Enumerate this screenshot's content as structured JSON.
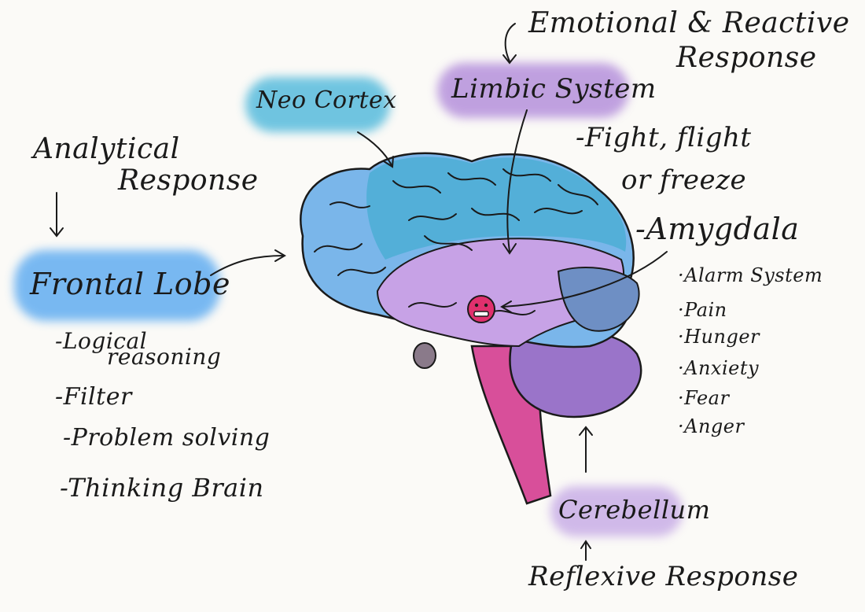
{
  "colors": {
    "frontal_blob": "#4da3f0",
    "neo_blob": "#41b3d9",
    "limbic_blob": "#a77bd6",
    "cerebellum_blob": "#b48fe0",
    "brain_blue": "#7ab6ea",
    "brain_teal": "#4faed6",
    "brain_purple": "#c7a2e6",
    "stem_pink": "#d84f9a",
    "amygdala_red": "#e0306d"
  },
  "labels": {
    "emotional_line1": "Emotional & Reactive",
    "emotional_line2": "Response",
    "limbic_system": "Limbic System",
    "neo_cortex": "Neo Cortex",
    "analytical_line1": "Analytical",
    "analytical_line2": "Response",
    "frontal_lobe": "Frontal Lobe",
    "fight_line1": "-Fight, flight",
    "fight_line2": "or freeze",
    "amygdala": "-Amygdala",
    "cerebellum": "Cerebellum",
    "reflexive": "Reflexive Response"
  },
  "frontal_items": [
    "-Logical",
    "reasoning",
    "-Filter",
    "-Problem solving",
    "-Thinking Brain"
  ],
  "amygdala_items": [
    "·Alarm System",
    "·Pain",
    "·Hunger",
    "·Anxiety",
    "·Fear",
    "·Anger"
  ]
}
